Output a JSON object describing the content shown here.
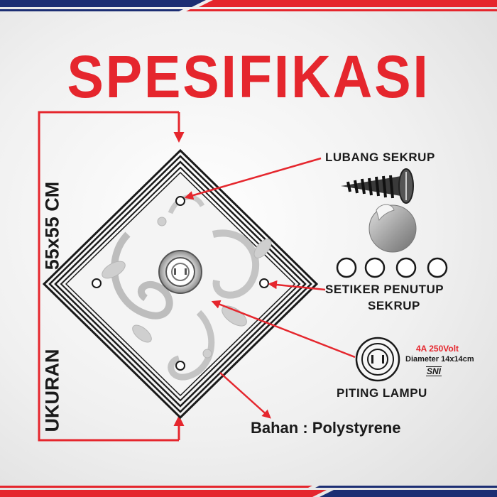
{
  "title": "SPESIFIKASI",
  "dimension": {
    "size": "55x55 CM",
    "label": "UKURAN"
  },
  "callouts": {
    "screw_hole": "LUBANG SEKRUP",
    "screw_cover_line1": "SETIKER PENUTUP",
    "screw_cover_line2": "SEKRUP",
    "lamp_socket": "PITING LAMPU",
    "rating": "4A 250Volt",
    "diameter": "Diameter 14x14cm",
    "certification": "SNI"
  },
  "material": "Bahan : Polystyrene",
  "colors": {
    "accent": "#e5262d",
    "navy": "#1c2e73",
    "dark": "#1a1a1a",
    "panel": "#f2f2f2"
  },
  "icons": [
    "screw-icon",
    "sticker-icon",
    "lamp-socket-icon",
    "arrow-icon"
  ]
}
